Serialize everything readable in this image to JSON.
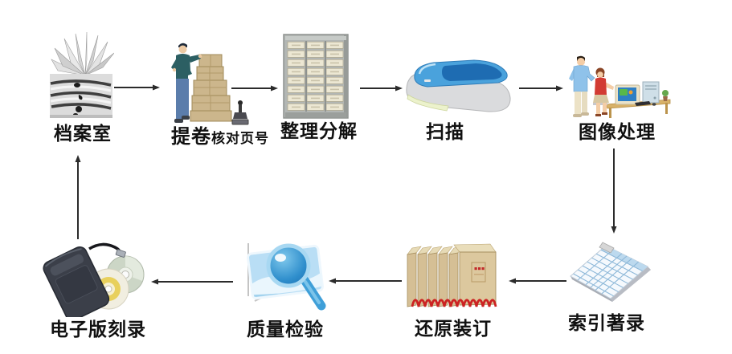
{
  "diagram": {
    "nodes": [
      {
        "id": "archive-room",
        "label": "档案室"
      },
      {
        "id": "file-retrieval",
        "label": "提卷",
        "sublabel": "核对页号"
      },
      {
        "id": "sort-disassemble",
        "label": "整理分解"
      },
      {
        "id": "scan",
        "label": "扫描"
      },
      {
        "id": "image-processing",
        "label": "图像处理"
      },
      {
        "id": "index-cataloging",
        "label": "索引著录"
      },
      {
        "id": "restore-binding",
        "label": "还原装订"
      },
      {
        "id": "quality-inspection",
        "label": "质量检验"
      },
      {
        "id": "digital-burning",
        "label": "电子版刻录"
      }
    ],
    "edges": [
      {
        "from": "archive-room",
        "to": "file-retrieval"
      },
      {
        "from": "file-retrieval",
        "to": "sort-disassemble"
      },
      {
        "from": "sort-disassemble",
        "to": "scan"
      },
      {
        "from": "scan",
        "to": "image-processing"
      },
      {
        "from": "image-processing",
        "to": "index-cataloging"
      },
      {
        "from": "index-cataloging",
        "to": "restore-binding"
      },
      {
        "from": "restore-binding",
        "to": "quality-inspection"
      },
      {
        "from": "quality-inspection",
        "to": "digital-burning"
      },
      {
        "from": "digital-burning",
        "to": "archive-room"
      }
    ],
    "icons": {
      "archive-room": "stacked-books-photo",
      "file-retrieval": "worker-with-box-stack-and-stamp",
      "sort-disassemble": "drawer-cabinet",
      "scan": "flatbed-scanner",
      "image-processing": "people-at-computer",
      "index-cataloging": "index-form-sheet",
      "restore-binding": "archive-file-boxes",
      "quality-inspection": "photo-with-magnifier",
      "digital-burning": "portable-drive-and-cds"
    },
    "colors": {
      "background": "#ffffff",
      "arrow": "#2b2b2b",
      "label_text": "#111111",
      "kraft_box": "#d5bf95",
      "scanner_lid_blue": "#4aa2dc",
      "magnifier_blue": "#2f8ecc",
      "archive_stamp_red": "#cc2222",
      "cd_center_yellow": "#e8d05c"
    }
  }
}
